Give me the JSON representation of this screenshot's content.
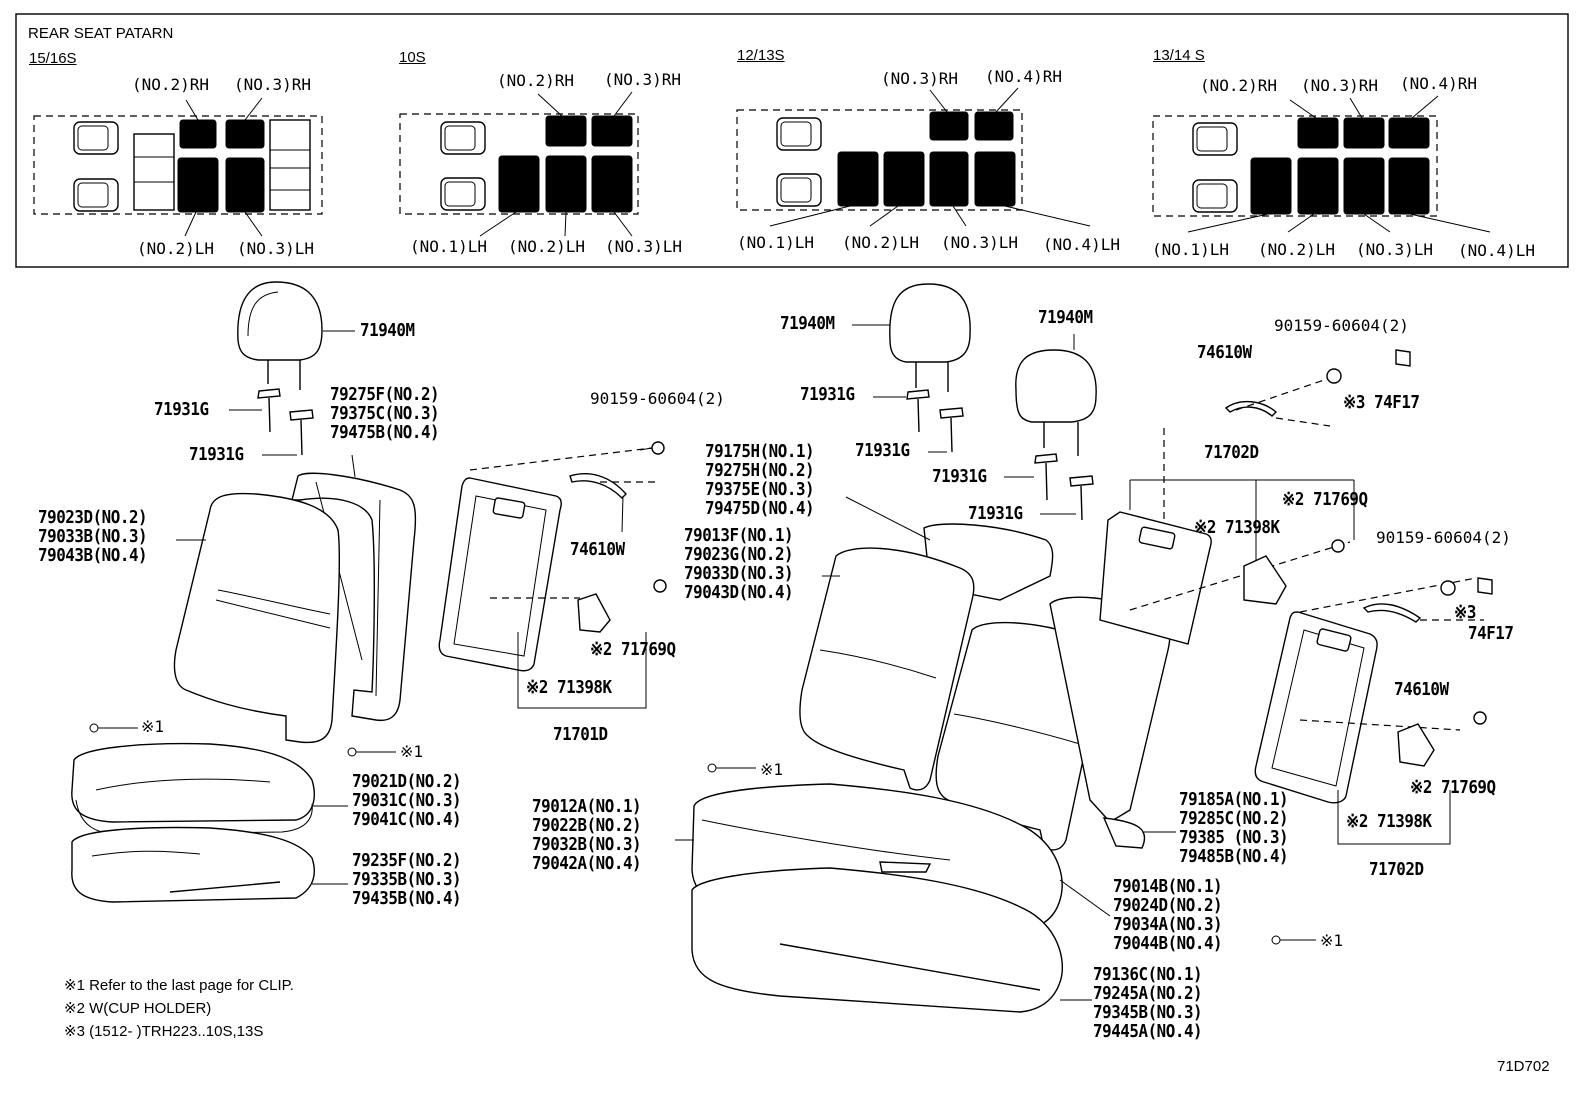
{
  "pattern": {
    "title": "REAR SEAT PATARN",
    "v1": {
      "title": "15/16S",
      "no2rh": "(NO.2)RH",
      "no3rh": "(NO.3)RH",
      "no2lh": "(NO.2)LH",
      "no3lh": "(NO.3)LH"
    },
    "v2": {
      "title": "10S",
      "no2rh": "(NO.2)RH",
      "no3rh": "(NO.3)RH",
      "no1lh": "(NO.1)LH",
      "no2lh": "(NO.2)LH",
      "no3lh": "(NO.3)LH"
    },
    "v3": {
      "title": "12/13S",
      "no3rh": "(NO.3)RH",
      "no4rh": "(NO.4)RH",
      "no1lh": "(NO.1)LH",
      "no2lh": "(NO.2)LH",
      "no3lh": "(NO.3)LH",
      "no4lh": "(NO.4)LH"
    },
    "v4": {
      "title": "13/14 S",
      "no2rh": "(NO.2)RH",
      "no3rh": "(NO.3)RH",
      "no4rh": "(NO.4)RH",
      "no1lh": "(NO.1)LH",
      "no2lh": "(NO.2)LH",
      "no3lh": "(NO.3)LH",
      "no4lh": "(NO.4)LH"
    }
  },
  "parts": {
    "p71940m_a": "71940M",
    "p71931g_a": "71931G",
    "p71931g_b": "71931G",
    "g79275": [
      "79275F(NO.2)",
      "79375C(NO.3)",
      "79475B(NO.4)"
    ],
    "g79023": [
      "79023D(NO.2)",
      "79033B(NO.3)",
      "79043B(NO.4)"
    ],
    "p90159_a": "90159-60604(2)",
    "p74610w_a": "74610W",
    "p71769q_a": "※2 71769Q",
    "p71398k_a": "※2 71398K",
    "p71701d": "71701D",
    "clip_a": "※1",
    "clip_b": "※1",
    "g79021": [
      "79021D(NO.2)",
      "79031C(NO.3)",
      "79041C(NO.4)"
    ],
    "g79235": [
      "79235F(NO.2)",
      "79335B(NO.3)",
      "79435B(NO.4)"
    ],
    "p71940m_b": "71940M",
    "p71931g_c": "71931G",
    "p71931g_d": "71931G",
    "p71940m_c": "71940M",
    "p71931g_e": "71931G",
    "p71931g_f": "71931G",
    "g79175": [
      "79175H(NO.1)",
      "79275H(NO.2)",
      "79375E(NO.3)",
      "79475D(NO.4)"
    ],
    "g79013": [
      "79013F(NO.1)",
      "79023G(NO.2)",
      "79033D(NO.3)",
      "79043D(NO.4)"
    ],
    "clip_c": "※1",
    "g79012": [
      "79012A(NO.1)",
      "79022B(NO.2)",
      "79032B(NO.3)",
      "79042A(NO.4)"
    ],
    "g79014": [
      "79014B(NO.1)",
      "79024D(NO.2)",
      "79034A(NO.3)",
      "79044B(NO.4)"
    ],
    "clip_d": "※1",
    "g79136": [
      "79136C(NO.1)",
      "79245A(NO.2)",
      "79345B(NO.3)",
      "79445A(NO.4)"
    ],
    "g79185": [
      "79185A(NO.1)",
      "79285C(NO.2)",
      "79385  (NO.3)",
      "79485B(NO.4)"
    ],
    "p74610w_b": "74610W",
    "p90159_b": "90159-60604(2)",
    "p74f17_a": "※3  74F17",
    "p71702d_a": "71702D",
    "p71769q_b": "※2 71769Q",
    "p71398k_b": "※2 71398K",
    "p90159_c": "90159-60604(2)",
    "p74f17_b_mark": "※3",
    "p74f17_b": "74F17",
    "p74610w_c": "74610W",
    "p71769q_c": "※2  71769Q",
    "p71398k_c": "※2 71398K",
    "p71702d_b": "71702D"
  },
  "notes": {
    "n1": "※1 Refer to the last page for CLIP.",
    "n2": "※2 W(CUP HOLDER)",
    "n3": "※3 (1512-        )TRH223..10S,13S"
  },
  "figure_code": "71D702"
}
